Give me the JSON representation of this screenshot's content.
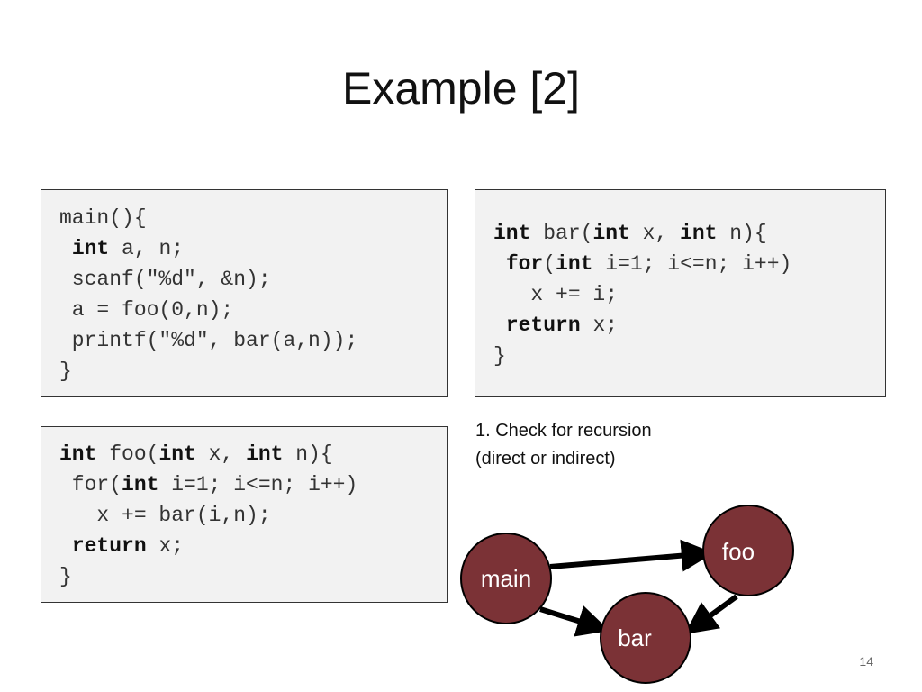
{
  "slide": {
    "title": "Example [2]",
    "page_number": "14"
  },
  "code_main": {
    "lines": [
      [
        "main(){"
      ],
      [
        " ",
        {
          "kw": "int"
        },
        " a, n;"
      ],
      [
        " scanf(\"%d\", &n);"
      ],
      [
        " a = foo(0,n);"
      ],
      [
        " printf(\"%d\", bar(a,n));"
      ],
      [
        "}"
      ]
    ]
  },
  "code_bar": {
    "lines": [
      [
        {
          "kw": "int"
        },
        " bar(",
        {
          "kw": "int"
        },
        " x, ",
        {
          "kw": "int"
        },
        " n){"
      ],
      [
        " ",
        {
          "kw": "for"
        },
        "(",
        {
          "kw": "int"
        },
        " i=1; i<=n; i++)"
      ],
      [
        "   x += i;"
      ],
      [
        " ",
        {
          "kw": "return"
        },
        " x;"
      ],
      [
        "}"
      ]
    ]
  },
  "code_foo": {
    "lines": [
      [
        {
          "kw": "int"
        },
        " foo(",
        {
          "kw": "int"
        },
        " x, ",
        {
          "kw": "int"
        },
        " n){"
      ],
      [
        " for(",
        {
          "kw": "int"
        },
        " i=1; i<=n; i++)"
      ],
      [
        "   x += bar(i,n);"
      ],
      [
        " ",
        {
          "kw": "return"
        },
        " x;"
      ],
      [
        "}"
      ]
    ]
  },
  "note": {
    "line1": "1. Check for recursion",
    "line2": "(direct or indirect)"
  },
  "call_graph": {
    "node_color": "#7b3236",
    "edge_color": "#000000",
    "nodes": [
      {
        "id": "main",
        "label": "main"
      },
      {
        "id": "foo",
        "label": "foo"
      },
      {
        "id": "bar",
        "label": "bar"
      }
    ],
    "edges": [
      {
        "from": "main",
        "to": "foo"
      },
      {
        "from": "main",
        "to": "bar"
      },
      {
        "from": "foo",
        "to": "bar"
      }
    ]
  }
}
